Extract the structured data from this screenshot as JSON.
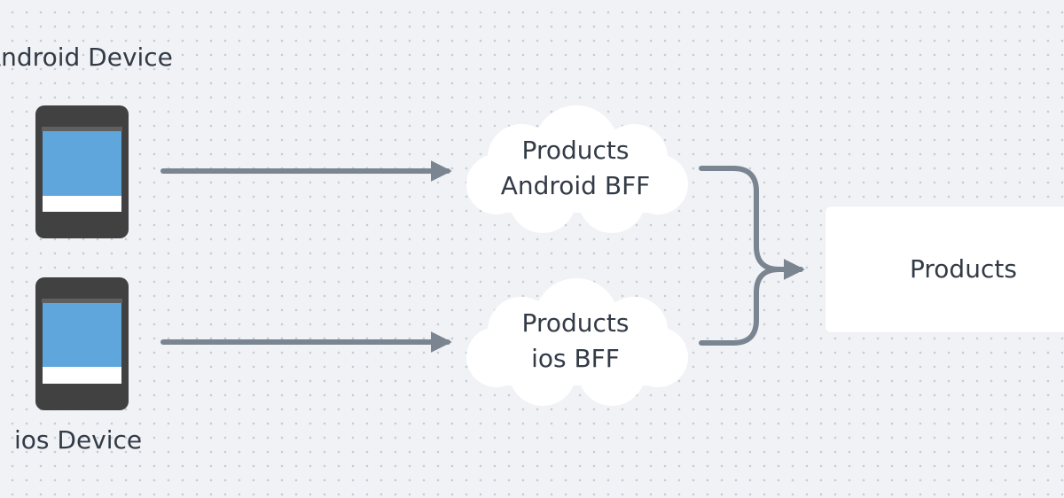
{
  "devices": {
    "android": {
      "label": "Android Device",
      "icon": "android-phone-icon"
    },
    "ios": {
      "label": "ios Device",
      "icon": "ios-phone-icon"
    }
  },
  "bffs": {
    "android": {
      "line1": "Products",
      "line2": "Android BFF"
    },
    "ios": {
      "line1": "Products",
      "line2": "ios BFF"
    }
  },
  "service": {
    "label": "Products"
  },
  "colors": {
    "background": "#f0f2f5",
    "arrow": "#7a8591",
    "phone_body": "#414141",
    "phone_screen": "#5ea6db",
    "text": "#333b47"
  }
}
